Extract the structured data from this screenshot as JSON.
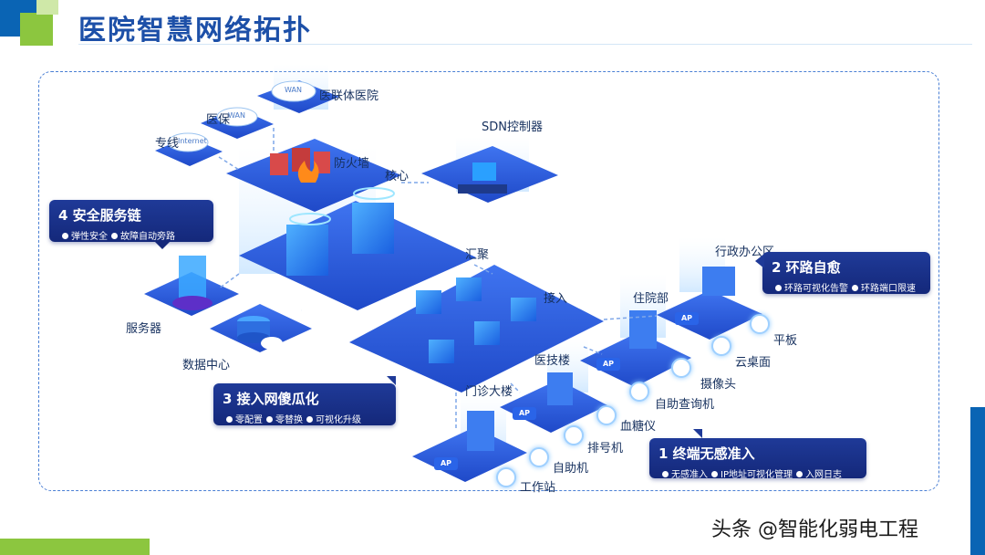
{
  "header": {
    "title": "医院智慧网络拓扑"
  },
  "watermark": "头条 @智能化弱电工程",
  "nodes": {
    "line": "专线",
    "insurance": "医保",
    "consortium": "医联体医院",
    "firewall": "防火墙",
    "core": "核心",
    "sdn": "SDN控制器",
    "aggregation": "汇聚",
    "access": "接入",
    "server": "服务器",
    "datacenter": "数据中心",
    "admin": "行政办公区",
    "inpatient": "住院部",
    "medtech": "医技楼",
    "outpatient": "门诊大楼",
    "tablet": "平板",
    "cloud_desktop": "云桌面",
    "camera": "摄像头",
    "kiosk": "自助查询机",
    "glucose": "血糖仪",
    "queue": "排号机",
    "selfservice": "自助机",
    "workstation": "工作站"
  },
  "cloud_tags": {
    "wan": "WAN",
    "internet": "Internet"
  },
  "ap_label": "AP",
  "cards": {
    "security": {
      "title": "4 安全服务链",
      "items": [
        "弹性安全",
        "故障自动旁路"
      ]
    },
    "selfheal": {
      "title": "2 环路自愈",
      "items": [
        "环路可视化告警",
        "环路端口限速"
      ]
    },
    "access": {
      "title": "3 接入网傻瓜化",
      "items": [
        "零配置",
        "零替换",
        "可视化升级"
      ]
    },
    "nac": {
      "title": "1 终端无感准入",
      "items": [
        "无感准入",
        "IP地址可视化管理",
        "入网日志"
      ]
    }
  },
  "colors": {
    "brand": "#1d50a8",
    "accent_green": "#8cc63f",
    "deep_blue": "#0a64b4",
    "platform": "#2f5fe0",
    "card": "#1a2f88"
  }
}
